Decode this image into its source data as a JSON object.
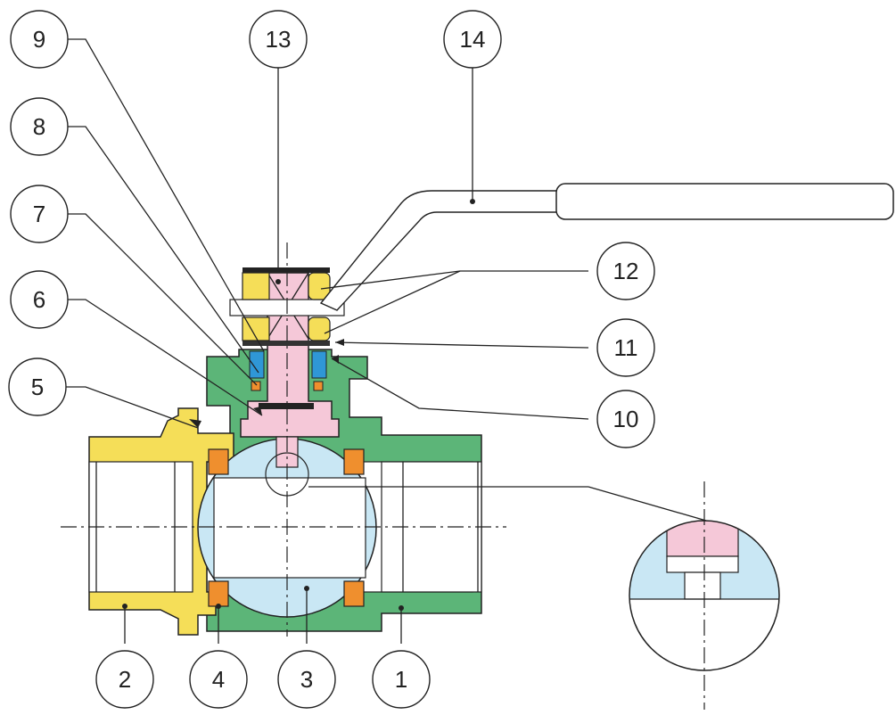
{
  "diagram": {
    "colors": {
      "body_green": "#5cb578",
      "end_cap_yellow": "#f5de58",
      "seat_orange": "#ef8f2e",
      "stem_pink": "#f5c8d8",
      "ball_blue": "#c9e7f4",
      "packing_blue": "#2f97d6",
      "handle_white": "#ffffff",
      "outline": "#222222"
    },
    "callouts": [
      {
        "id": "9",
        "label": "9",
        "part": "leader-to-stem-top"
      },
      {
        "id": "8",
        "label": "8",
        "part": "leader-to-gland"
      },
      {
        "id": "7",
        "label": "7",
        "part": "leader-to-packing"
      },
      {
        "id": "6",
        "label": "6",
        "part": "leader-to-thrust-washer"
      },
      {
        "id": "5",
        "label": "5",
        "part": "leader-to-end-cap-seal"
      },
      {
        "id": "13",
        "label": "13",
        "part": "stem"
      },
      {
        "id": "14",
        "label": "14",
        "part": "handle"
      },
      {
        "id": "12",
        "label": "12",
        "part": "nuts"
      },
      {
        "id": "11",
        "label": "11",
        "part": "washer"
      },
      {
        "id": "10",
        "label": "10",
        "part": "stem-packing"
      },
      {
        "id": "2",
        "label": "2",
        "part": "end-cap"
      },
      {
        "id": "4",
        "label": "4",
        "part": "seat"
      },
      {
        "id": "3",
        "label": "3",
        "part": "ball"
      },
      {
        "id": "1",
        "label": "1",
        "part": "body"
      }
    ]
  }
}
